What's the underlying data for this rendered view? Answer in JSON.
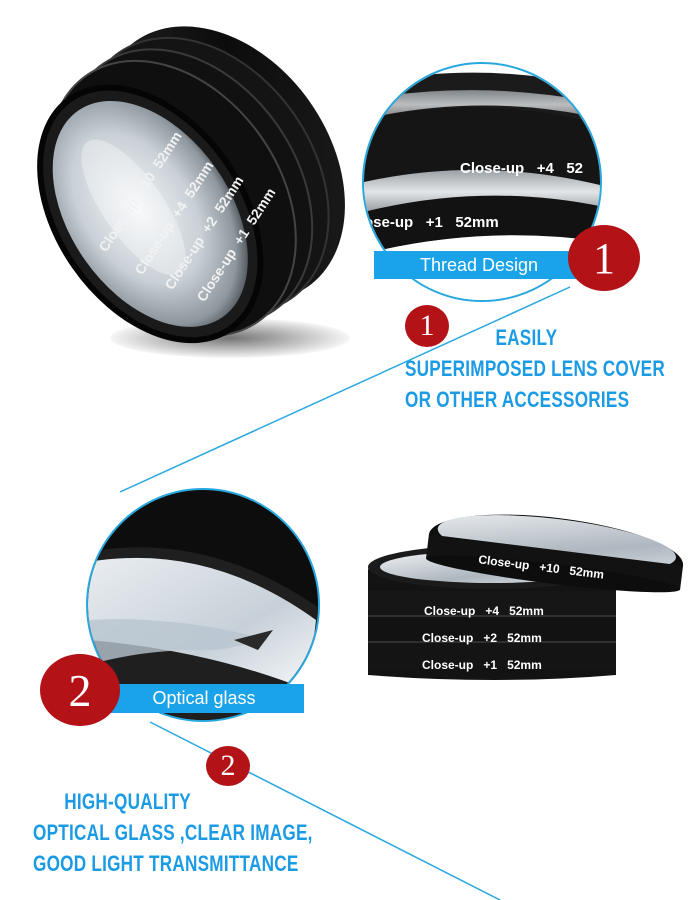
{
  "colors": {
    "accent_blue": "#1aa3e8",
    "headline_blue": "#1b9be4",
    "badge_red": "#b31217",
    "line_blue": "#29a8e0",
    "ring_black": "#111111"
  },
  "hero": {
    "rings": [
      {
        "type": "Close-up",
        "power": "+10",
        "size": "52mm"
      },
      {
        "type": "Close-up",
        "power": "+4",
        "size": "52mm"
      },
      {
        "type": "Close-up",
        "power": "+2",
        "size": "52mm"
      },
      {
        "type": "Close-up",
        "power": "+1",
        "size": "52mm"
      }
    ]
  },
  "feature_1": {
    "inset_labels": [
      {
        "type": "Close-up",
        "power": "+4",
        "size": "52"
      },
      {
        "type": "ose-up",
        "power": "+1",
        "size": "52mm"
      }
    ],
    "bar_label": "Thread Design",
    "badge_number": "1",
    "small_badge_number": "1",
    "headline": {
      "line1": "EASILY",
      "line2": "SUPERIMPOSED LENS COVER",
      "line3": "OR OTHER ACCESSORIES"
    }
  },
  "feature_2": {
    "bar_label": "Optical glass",
    "badge_number": "2",
    "small_badge_number": "2",
    "headline": {
      "line1": "HIGH-QUALITY",
      "line2": "OPTICAL GLASS ,CLEAR IMAGE,",
      "line3": "GOOD LIGHT TRANSMITTANCE"
    }
  },
  "stack": {
    "rings": [
      {
        "type": "Close-up",
        "power": "+10",
        "size": "52mm"
      },
      {
        "type": "Close-up",
        "power": "+4",
        "size": "52mm"
      },
      {
        "type": "Close-up",
        "power": "+2",
        "size": "52mm"
      },
      {
        "type": "Close-up",
        "power": "+1",
        "size": "52mm"
      }
    ]
  }
}
